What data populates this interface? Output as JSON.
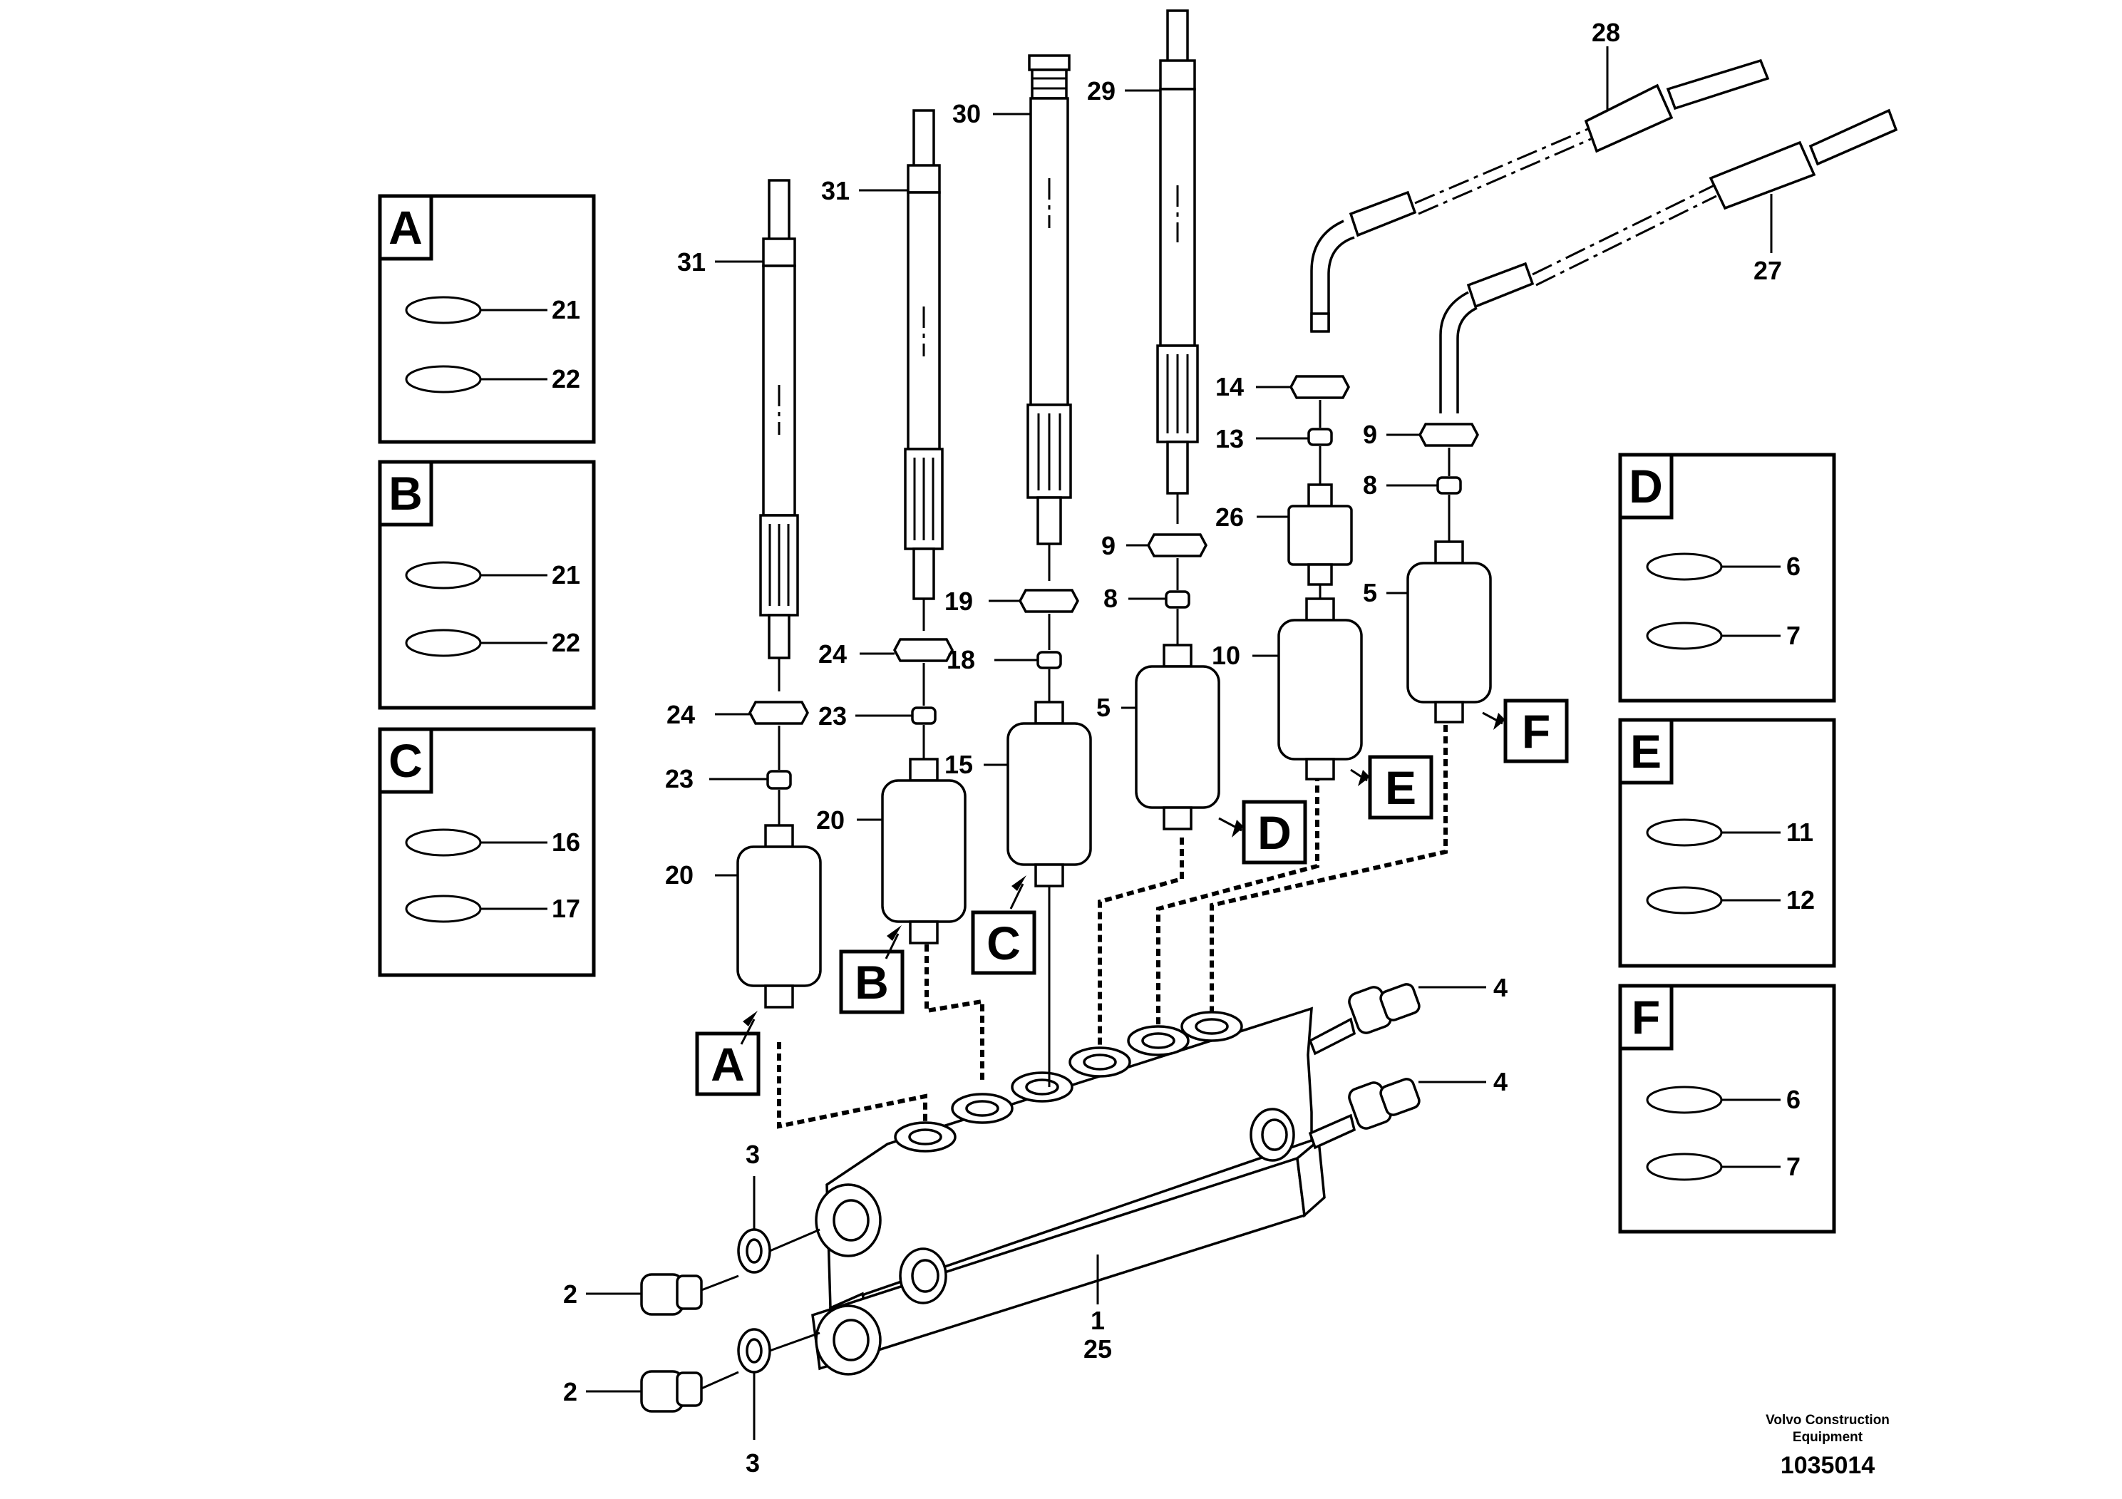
{
  "detail_boxes": [
    {
      "letter": "A",
      "ring_labels": [
        "21",
        "22"
      ]
    },
    {
      "letter": "B",
      "ring_labels": [
        "21",
        "22"
      ]
    },
    {
      "letter": "C",
      "ring_labels": [
        "16",
        "17"
      ]
    },
    {
      "letter": "D",
      "ring_labels": [
        "6",
        "7"
      ]
    },
    {
      "letter": "E",
      "ring_labels": [
        "11",
        "12"
      ]
    },
    {
      "letter": "F",
      "ring_labels": [
        "6",
        "7"
      ]
    }
  ],
  "callout_letters": [
    "A",
    "B",
    "C",
    "D",
    "E",
    "F"
  ],
  "part_labels": {
    "tube_a": "31",
    "tube_b": "31",
    "tube_c": "30",
    "tube_d": "29",
    "hose_e": "28",
    "hose_f": "27",
    "nut_a": "24",
    "washer_a": "23",
    "valve_a": "20",
    "nut_b": "24",
    "washer_b": "23",
    "valve_b": "20",
    "nut_c": "19",
    "washer_c": "18",
    "valve_c": "15",
    "nut_d": "9",
    "washer_d": "8",
    "valve_d": "5",
    "nut_e": "14",
    "washer_e": "13",
    "adapter_e": "26",
    "valve_e": "10",
    "nut_f": "9",
    "washer_f": "8",
    "valve_f": "5",
    "fitting_top": "4",
    "fitting_bottom": "4",
    "washer_top": "3",
    "washer_bottom": "3",
    "plug_top": "2",
    "plug_bottom": "2",
    "block": "1",
    "block_kit": "25"
  },
  "credit": {
    "line1": "Volvo Construction",
    "line2": "Equipment",
    "id": "1035014"
  }
}
